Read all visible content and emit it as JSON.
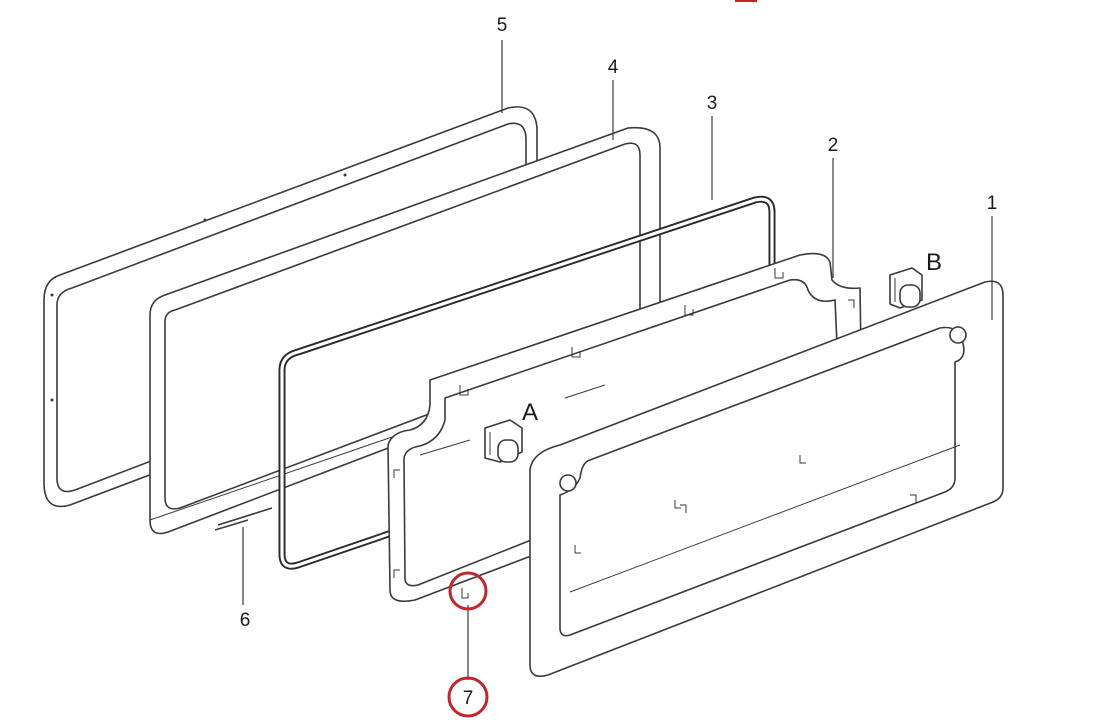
{
  "diagram": {
    "part_labels": {
      "p1": "1",
      "p2": "2",
      "p3": "3",
      "p4": "4",
      "p5": "5",
      "p6": "6",
      "p7": "7"
    },
    "detail_labels": {
      "a": "A",
      "b": "B"
    },
    "highlight_color": "#c0272d",
    "line_color": "#3a3a3a"
  }
}
